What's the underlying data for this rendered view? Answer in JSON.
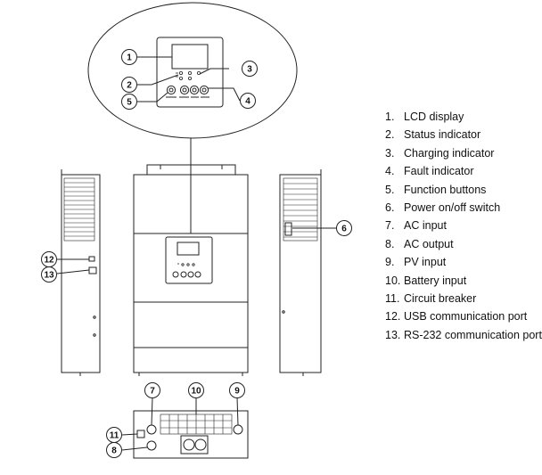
{
  "callouts": [
    {
      "id": 1,
      "label": "1"
    },
    {
      "id": 2,
      "label": "2"
    },
    {
      "id": 3,
      "label": "3"
    },
    {
      "id": 4,
      "label": "4"
    },
    {
      "id": 5,
      "label": "5"
    },
    {
      "id": 6,
      "label": "6"
    },
    {
      "id": 7,
      "label": "7"
    },
    {
      "id": 8,
      "label": "8"
    },
    {
      "id": 9,
      "label": "9"
    },
    {
      "id": 10,
      "label": "10"
    },
    {
      "id": 11,
      "label": "11"
    },
    {
      "id": 12,
      "label": "12"
    },
    {
      "id": 13,
      "label": "13"
    }
  ],
  "legend": [
    {
      "num": "1.",
      "text": "LCD display"
    },
    {
      "num": "2.",
      "text": "Status indicator"
    },
    {
      "num": "3.",
      "text": "Charging indicator"
    },
    {
      "num": "4.",
      "text": "Fault indicator"
    },
    {
      "num": "5.",
      "text": "Function buttons"
    },
    {
      "num": "6.",
      "text": "Power on/off switch"
    },
    {
      "num": "7.",
      "text": "AC input"
    },
    {
      "num": "8.",
      "text": "AC output"
    },
    {
      "num": "9.",
      "text": "PV input"
    },
    {
      "num": "10.",
      "text": "Battery input"
    },
    {
      "num": "11.",
      "text": "Circuit breaker"
    },
    {
      "num": "12.",
      "text": "USB communication port"
    },
    {
      "num": "13.",
      "text": "RS-232 communication port"
    }
  ]
}
